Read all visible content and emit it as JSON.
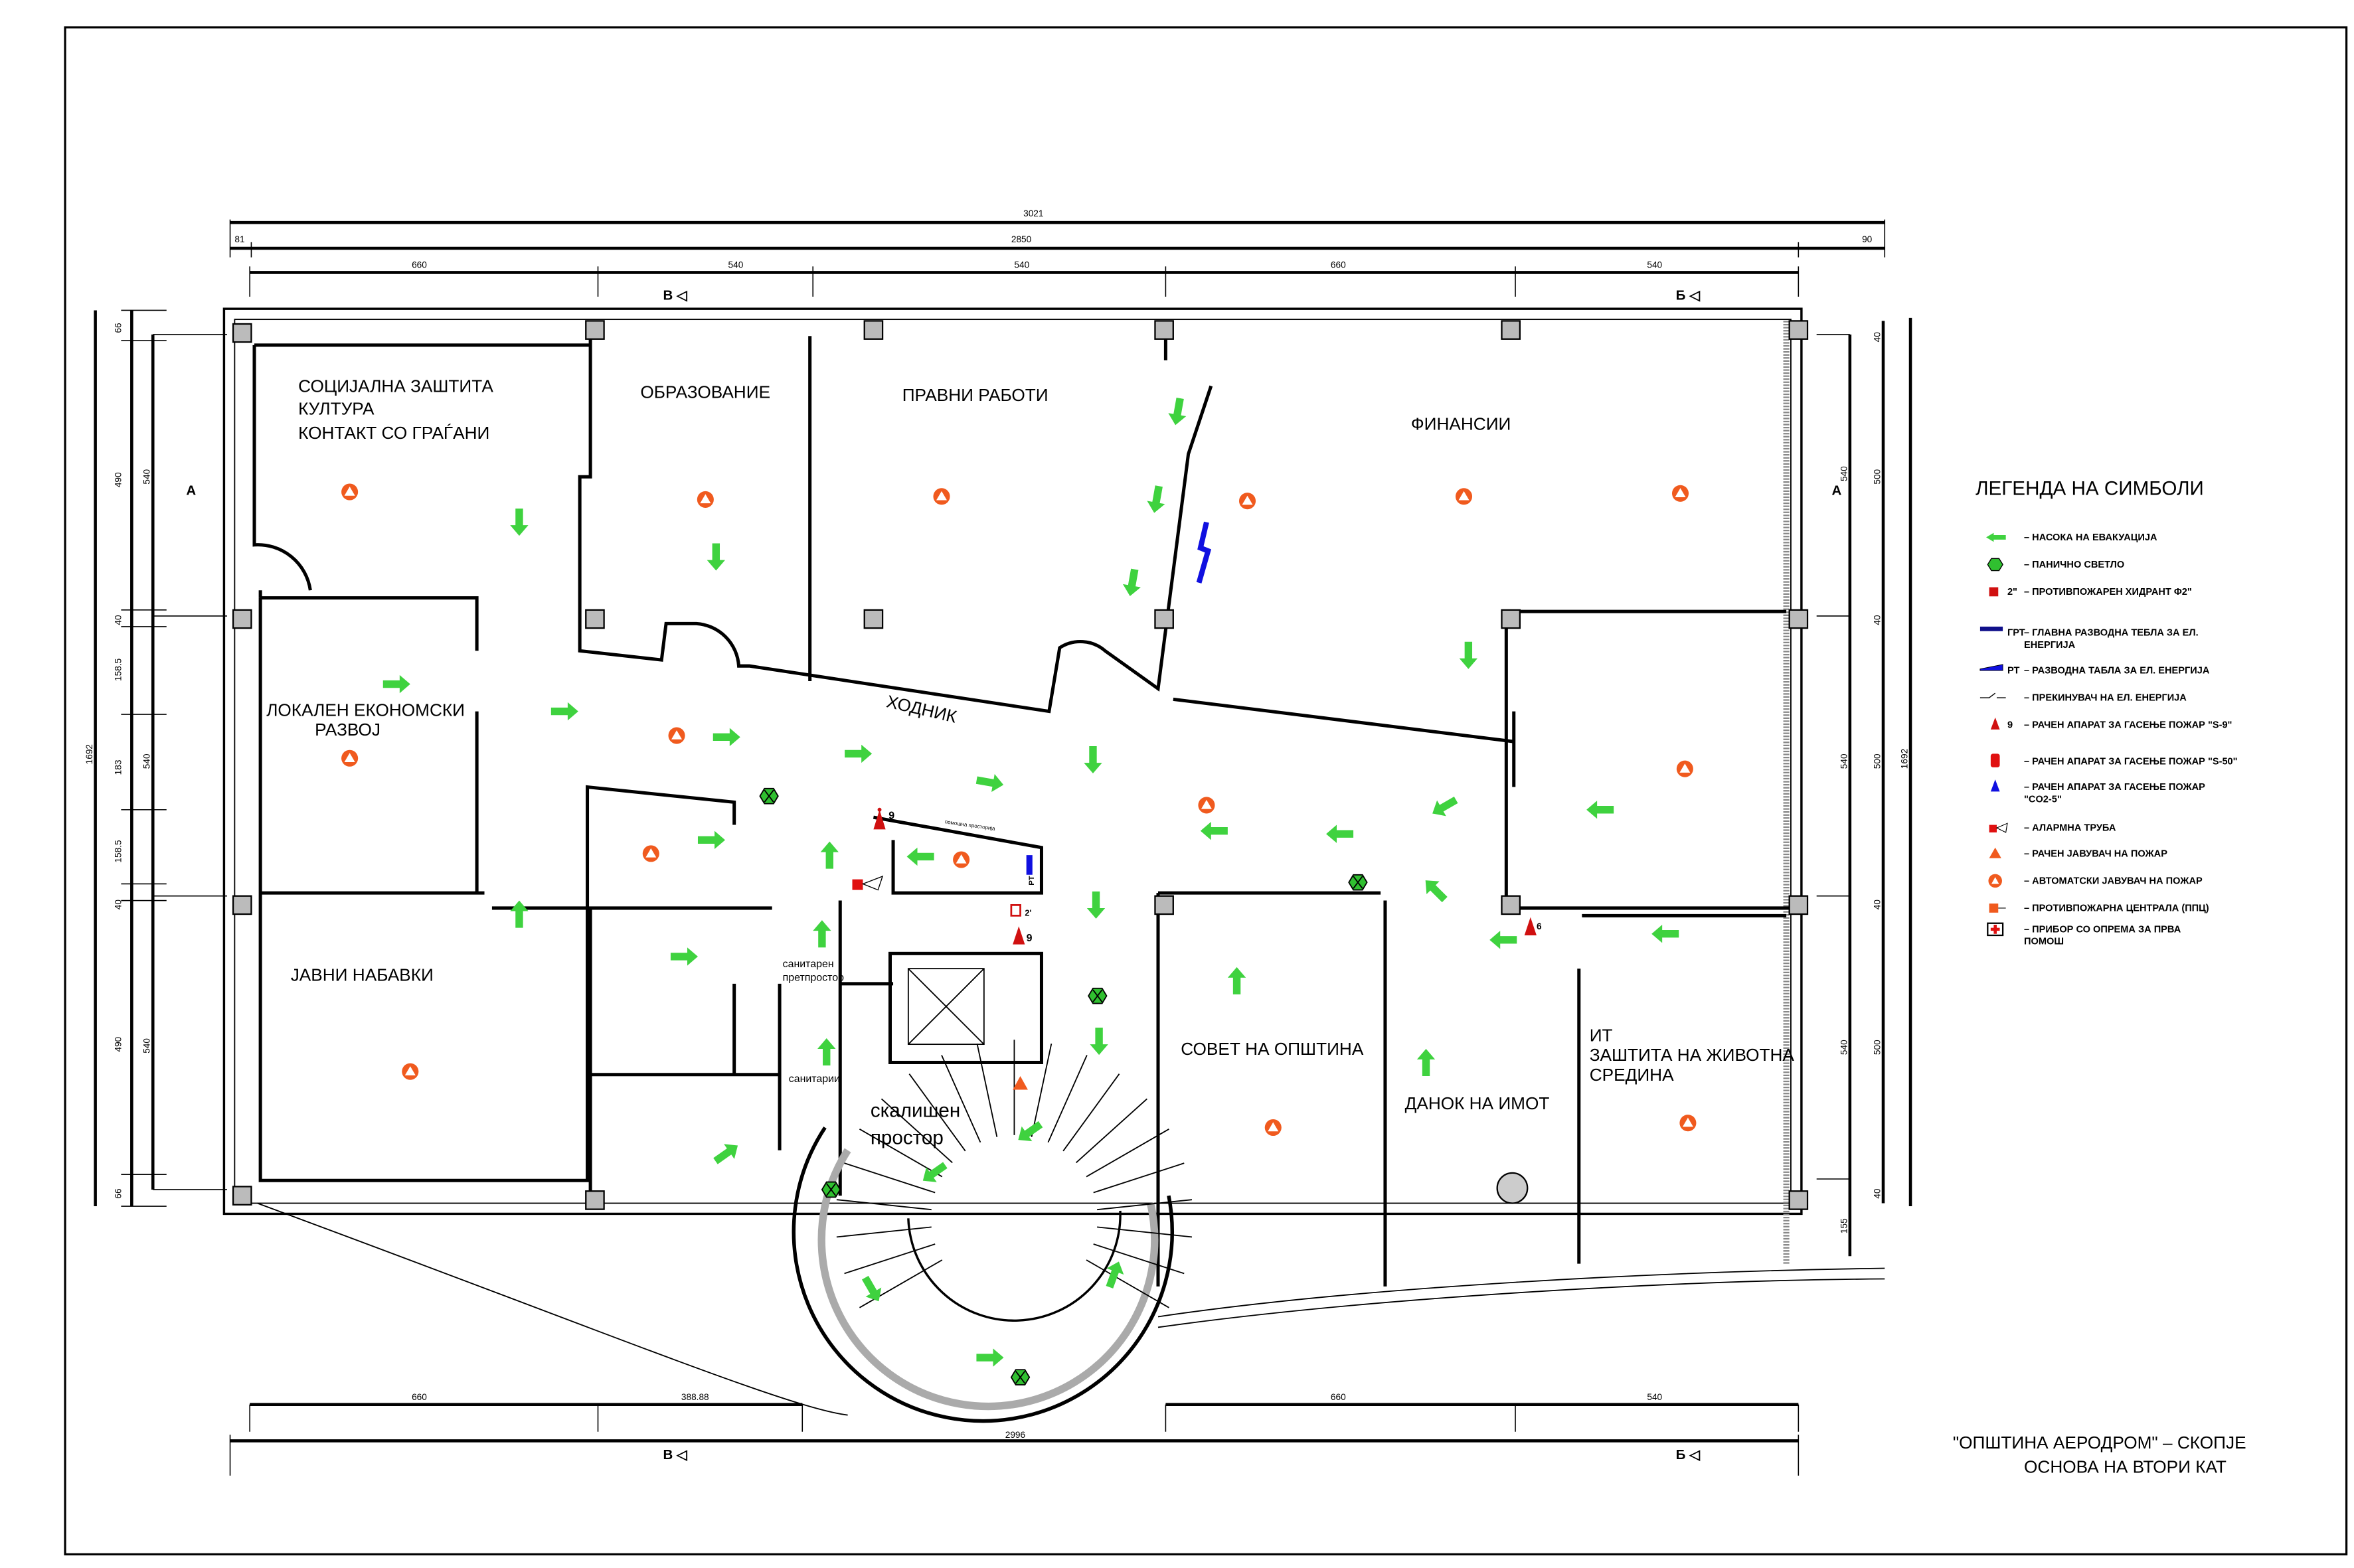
{
  "dimensions": {
    "top_total": "3021",
    "top_inner": "2850",
    "top_left_offset": "81",
    "top_right_offset": "90",
    "top_bays": [
      "660",
      "540",
      "540",
      "660",
      "540"
    ],
    "bottom_bays_left": [
      "660",
      "388.88"
    ],
    "bottom_bays_right": [
      "660",
      "540"
    ],
    "bottom_total": "2996",
    "left_total": "1692",
    "left_detail": [
      "66",
      "490",
      "40",
      "158.5",
      "183",
      "158.5",
      "40",
      "490",
      "66"
    ],
    "left_bays": [
      "540",
      "540",
      "540"
    ],
    "right_total": "1692",
    "right_detail": [
      "40",
      "500",
      "40",
      "500",
      "40",
      "500",
      "40"
    ],
    "right_bays": [
      "540",
      "540",
      "540",
      "155"
    ]
  },
  "section_markers": {
    "v": "В",
    "b": "Б",
    "a": "А"
  },
  "rooms": {
    "socijalna": [
      "СОЦИЈАЛНА ЗАШТИТА",
      "КУЛТУРА",
      "КОНТАКТ СО ГРАЃАНИ"
    ],
    "obrazovanie": "ОБРАЗОВАНИЕ",
    "pravni": "ПРАВНИ РАБОТИ",
    "finansii": "ФИНАНСИИ",
    "lokalen": [
      "ЛОКАЛЕН ЕКОНОМСКИ",
      "РАЗВОЈ"
    ],
    "hodnik": "ХОДНИК",
    "javni": "ЈАВНИ НАБАВКИ",
    "sovet": "СОВЕТ НА ОПШТИНА",
    "danok": "ДАНОК НА ИМОТ",
    "it": [
      "ИТ",
      "ЗАШТИТА НА ЖИВОТНА",
      "СРЕДИНА"
    ],
    "skalishen": [
      "скалишен",
      "простор"
    ],
    "sanitaren": [
      "санитарен",
      "претпростор"
    ],
    "sanitarii": "санитарии",
    "pomoshna": "помошна просторија"
  },
  "symbol_labels": {
    "extinguisher_9": "9",
    "extinguisher_6": "6",
    "hydrant": "2'",
    "rt": "РТ"
  },
  "legend": {
    "title": "ЛЕГЕНДА НА СИМБОЛИ",
    "items": [
      {
        "icon": "evacuation-arrow",
        "code": "",
        "label": "– НАСОКА НА ЕВАКУАЦИЈА"
      },
      {
        "icon": "panic-light",
        "code": "",
        "label": "– ПАНИЧНО СВЕТЛО"
      },
      {
        "icon": "fire-hydrant",
        "code": "2\"",
        "label": "– ПРОТИВПОЖАРЕН ХИДРАНТ Φ2\""
      },
      {
        "icon": "main-distribution-board",
        "code": "ГРТ",
        "label": "– ГЛАВНА РАЗВОДНА ТЕБЛА ЗА ЕЛ.",
        "label2": "ЕНЕРГИЈА"
      },
      {
        "icon": "distribution-board",
        "code": "РТ",
        "label": "– РАЗВОДНА ТАБЛА ЗА ЕЛ. ЕНЕРГИЈА"
      },
      {
        "icon": "power-switch",
        "code": "",
        "label": "– ПРЕКИНУВАЧ НА ЕЛ. ЕНЕРГИЈА"
      },
      {
        "icon": "extinguisher-s9",
        "code": "9",
        "label": "– РАЧЕН АПАРАТ ЗА ГАСЕЊЕ ПОЖАР \"S-9\""
      },
      {
        "icon": "extinguisher-s50",
        "code": "",
        "label": "– РАЧЕН АПАРАТ ЗА ГАСЕЊЕ ПОЖАР \"S-50\""
      },
      {
        "icon": "extinguisher-co2",
        "code": "",
        "label": "– РАЧЕН АПАРАТ ЗА ГАСЕЊЕ ПОЖАР",
        "label2": "\"CO2-5\""
      },
      {
        "icon": "alarm-horn",
        "code": "",
        "label": "– АЛАРМНА ТРУБА"
      },
      {
        "icon": "manual-call-point",
        "code": "",
        "label": "– РАЧЕН ЈАВУВАЧ НА ПОЖАР"
      },
      {
        "icon": "automatic-detector",
        "code": "",
        "label": "– АВТОМАТСКИ ЈАВУВАЧ НА ПОЖАР"
      },
      {
        "icon": "fire-control-panel",
        "code": "",
        "label": "– ПРОТИВПОЖАРНА ЦЕНТРАЛА (ППЦ)"
      },
      {
        "icon": "first-aid-kit",
        "code": "",
        "label": "– ПРИБОР СО ОПРЕМА ЗА ПРВА",
        "label2": "ПОМОШ"
      }
    ]
  },
  "title_block": {
    "line1": "\"ОПШТИНА АЕРОДРОМ\" – СКОПЈЕ",
    "line2": "ОСНОВА НА ВТОРИ КАТ"
  },
  "colors": {
    "arrow": "#3fd23f",
    "detector": "#f05a1e",
    "extinguisher": "#d01010",
    "board": "#1010e0",
    "panic": "#30c030"
  }
}
